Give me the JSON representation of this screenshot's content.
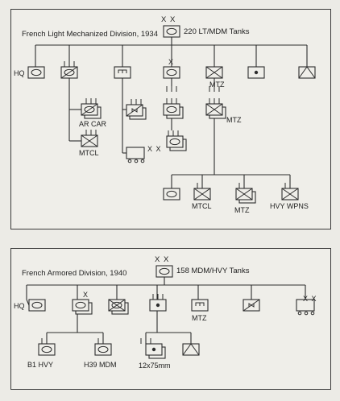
{
  "diagram1": {
    "title": "French Light Mechanized Division, 1934",
    "strength": "220 LT/MDM Tanks",
    "echelon": "X X",
    "labels": {
      "hq": "HQ",
      "mtz_top": "MTZ",
      "ar_car": "AR CAR",
      "mtcl": "MTCL",
      "mtz_mid": "MTZ",
      "xx_support": "X X",
      "mtcl_sub": "MTCL",
      "mtz_sub": "MTZ",
      "hvy_wpns": "HVY WPNS",
      "x_brigade": "X"
    }
  },
  "diagram2": {
    "title": "French Armored Division, 1940",
    "strength": "158 MDM/HVY Tanks",
    "echelon": "X X",
    "labels": {
      "hq": "HQ",
      "x_brigade": "X",
      "mtz": "MTZ",
      "xx_support": "X X",
      "b1": "B1 HVY",
      "h39": "H39 MDM",
      "gun": "12x75mm"
    }
  }
}
